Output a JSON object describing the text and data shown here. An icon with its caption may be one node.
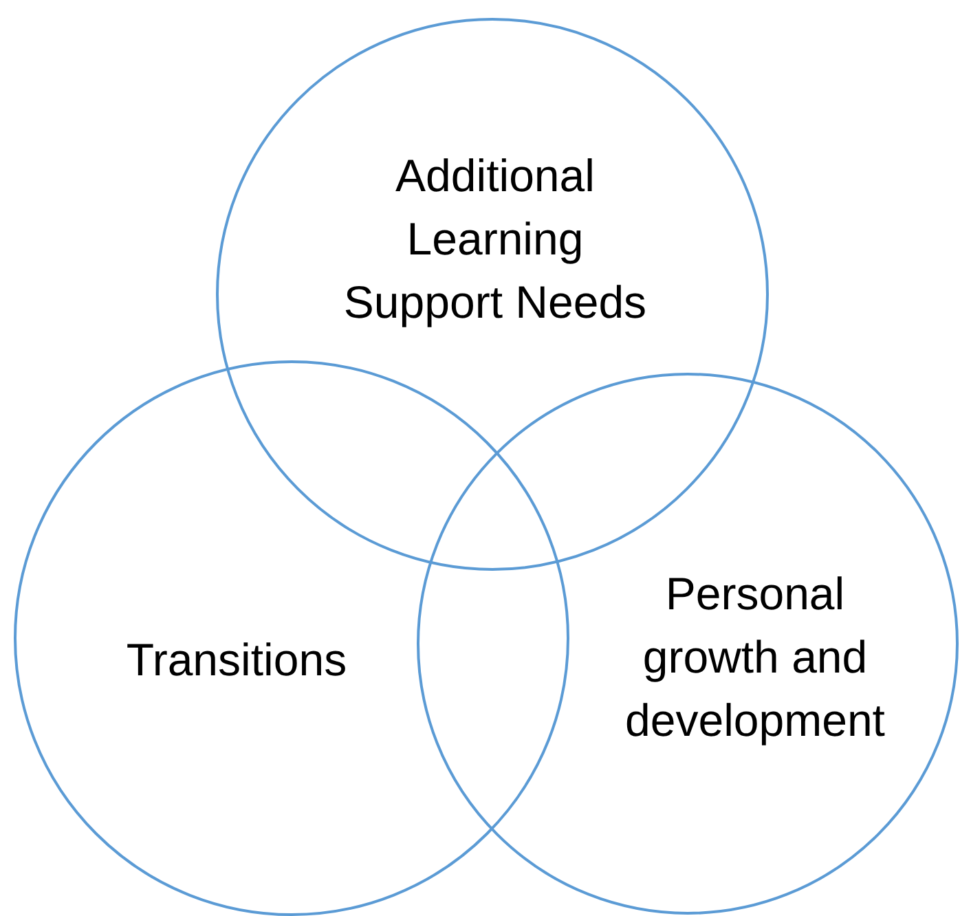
{
  "diagram": {
    "nodes": [
      {
        "text": [
          "Additional Learning Support Needs"
        ]
      },
      {
        "text": [
          "Transitions"
        ]
      },
      {
        "text": [
          "Personal growth and development"
        ]
      }
    ],
    "edges": []
  }
}
